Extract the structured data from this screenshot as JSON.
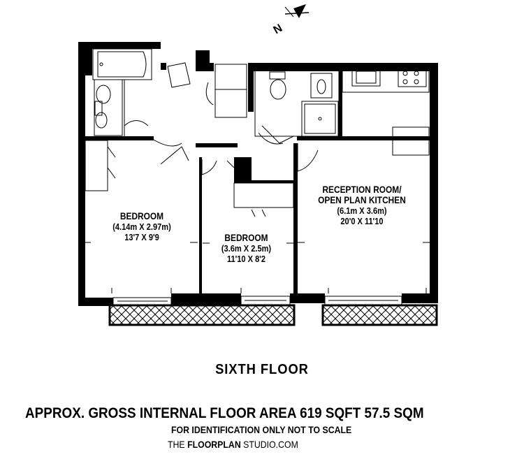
{
  "rooms": {
    "bedroom_1": {
      "name": "BEDROOM",
      "metric": "(4.14m X 2.97m)",
      "imperial": "13'7 X 9'9"
    },
    "bedroom_2": {
      "name": "BEDROOM",
      "metric": "(3.6m X 2.5m)",
      "imperial": "11'10 X 8'2"
    },
    "reception": {
      "name_line1": "RECEPTION ROOM/",
      "name_line2": "OPEN PLAN KITCHEN",
      "metric": "(6.1m X 3.6m)",
      "imperial": "20'0 X 11'10"
    }
  },
  "floor_title": "SIXTH  FLOOR",
  "area_text": "APPROX. GROSS INTERNAL FLOOR AREA 619 SQFT 57.5 SQM",
  "disclaimer": "FOR IDENTIFICATION ONLY NOT TO SCALE",
  "studio": {
    "prefix": "THE ",
    "brand": "FLOORPLAN",
    "suffix": " STUDIO.COM"
  },
  "compass": {
    "letter": "N",
    "icon": "north-arrow-icon"
  }
}
